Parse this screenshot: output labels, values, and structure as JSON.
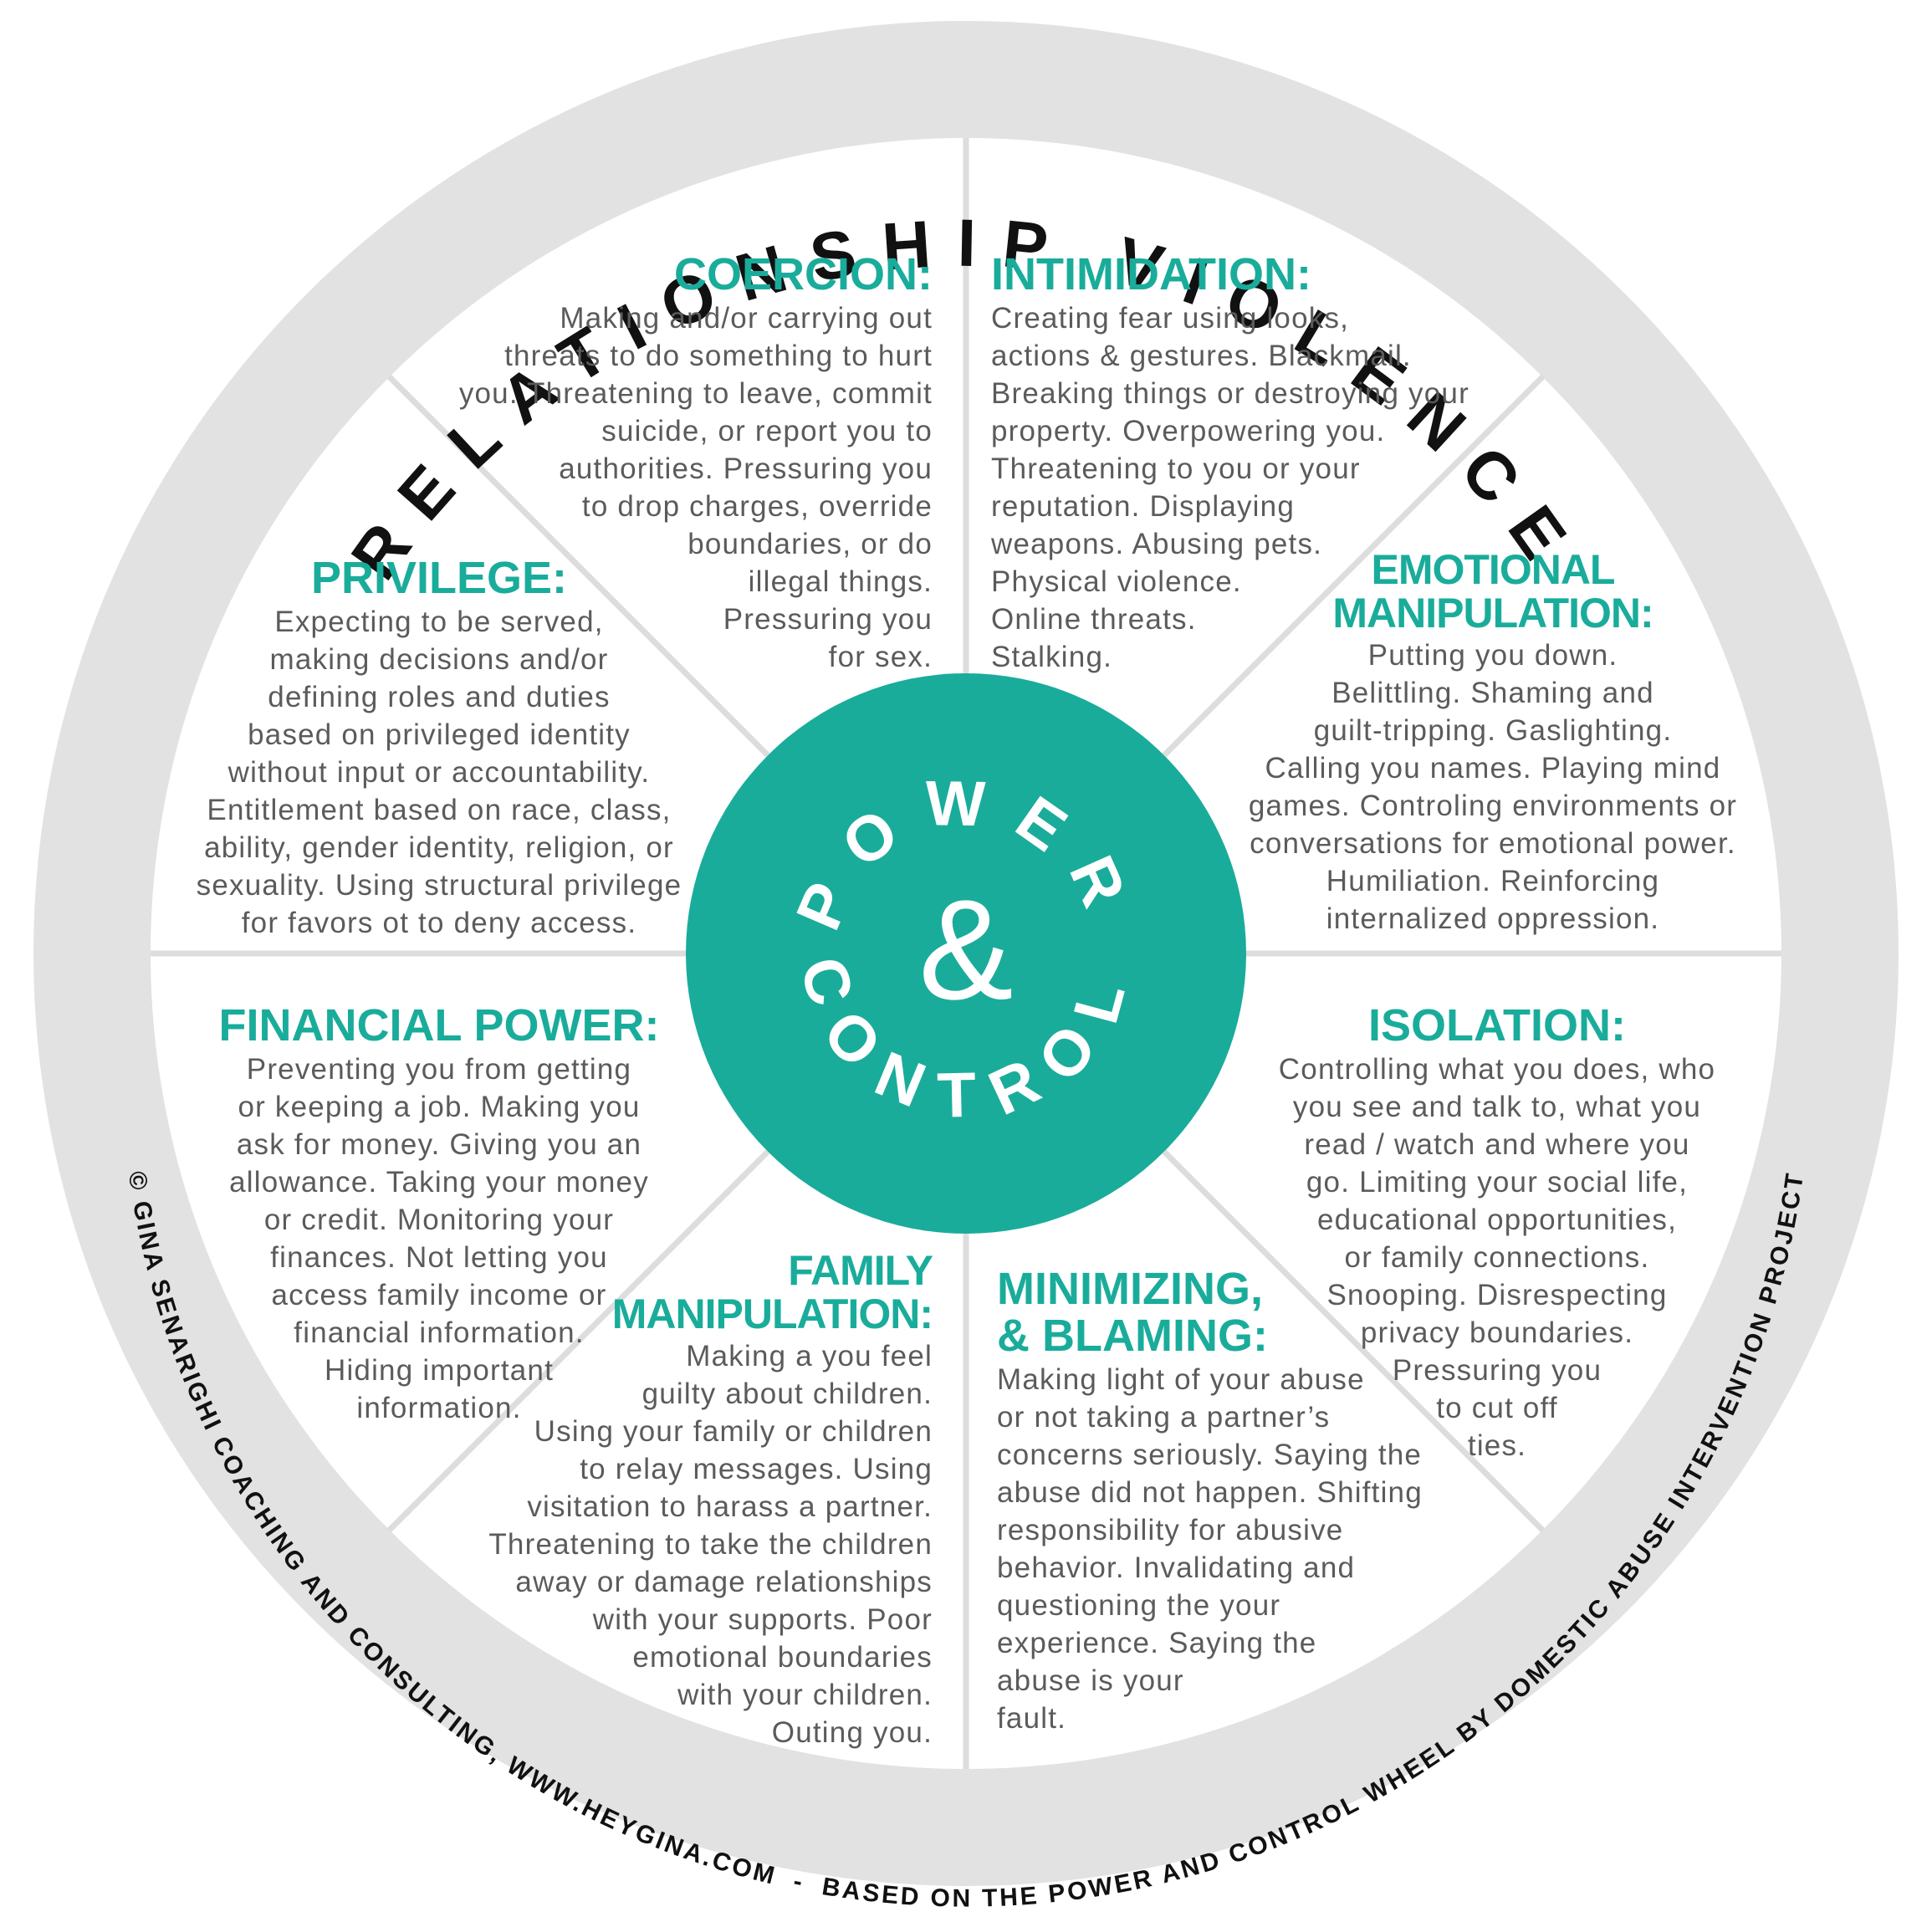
{
  "ring_title": "RELATIONSHIP VIOLENCE",
  "center": {
    "line1": "POWER",
    "ampersand": "&",
    "line2": "CONTROL"
  },
  "footer": {
    "copyright": "© GINA SENARIGHI COACHING AND CONSULTING, WWW.HEYGINA.COM",
    "separator": "-",
    "attribution": "BASED ON THE POWER AND CONTROL WHEEL BY DOMESTIC ABUSE INTERVENTION PROJECT"
  },
  "colors": {
    "accent": "#1aac9b",
    "ring": "#e2e2e2",
    "text": "#5b5b5b",
    "title": "#111111"
  },
  "sections": [
    {
      "id": "coercion",
      "title": [
        "COERCION:"
      ],
      "lines": [
        "Making and/or carrying out",
        "threats to do something to hurt",
        "you. Threatening to leave, commit",
        "suicide, or report you to",
        "authorities. Pressuring you",
        "to drop charges, override",
        "boundaries, or do",
        "illegal things.",
        "Pressuring you",
        "for sex."
      ]
    },
    {
      "id": "intimidation",
      "title": [
        "INTIMIDATION:"
      ],
      "lines": [
        "Creating fear using looks,",
        "actions & gestures. Blackmail.",
        "Breaking things or destroying your",
        "property. Overpowering you.",
        "Threatening to you or your",
        "reputation. Displaying",
        "weapons. Abusing pets.",
        "Physical violence.",
        "Online threats.",
        "Stalking."
      ]
    },
    {
      "id": "privilege",
      "title": [
        "PRIVILEGE:"
      ],
      "lines": [
        "Expecting to be served,",
        "making decisions and/or",
        "defining roles and duties",
        "based on privileged identity",
        "without input or accountability.",
        "Entitlement based on race, class,",
        "ability, gender identity, religion, or",
        "sexuality. Using structural privilege",
        "for favors ot to deny access."
      ]
    },
    {
      "id": "emotional",
      "title": [
        "EMOTIONAL",
        "MANIPULATION:"
      ],
      "lines": [
        "Putting you down.",
        "Belittling. Shaming and",
        "guilt-tripping. Gaslighting.",
        "Calling you names.  Playing mind",
        "games. Controling environments or",
        "conversations for emotional power.",
        "Humiliation. Reinforcing",
        "internalized oppression."
      ]
    },
    {
      "id": "financial",
      "title": [
        "FINANCIAL POWER:"
      ],
      "lines": [
        "Preventing you from getting",
        "or keeping a job. Making you",
        "ask for money. Giving you an",
        "allowance. Taking your money",
        "or credit. Monitoring your",
        "finances. Not letting you",
        "access family income or",
        "financial information.",
        "Hiding important",
        "information."
      ]
    },
    {
      "id": "isolation",
      "title": [
        "ISOLATION:"
      ],
      "lines": [
        "Controlling what you does, who",
        "you see and talk to, what you",
        "read / watch and where you",
        "go. Limiting your social life,",
        "educational opportunities,",
        "or family connections.",
        "Snooping. Disrespecting",
        "privacy boundaries.",
        "Pressuring you",
        "to cut off",
        "ties."
      ]
    },
    {
      "id": "family",
      "title": [
        "FAMILY",
        "MANIPULATION:"
      ],
      "lines": [
        "Making a you feel",
        "guilty about children.",
        "Using your family or children",
        "to relay messages. Using",
        "visitation to harass a partner.",
        "Threatening to take the children",
        "away or damage relationships",
        "with your supports. Poor",
        "emotional boundaries",
        "with your children.",
        "Outing you."
      ]
    },
    {
      "id": "minimizing",
      "title": [
        "MINIMIZING,",
        "& BLAMING:"
      ],
      "lines": [
        "Making light of your abuse",
        "or not taking a partner’s",
        "concerns seriously. Saying the",
        "abuse did not happen.  Shifting",
        "responsibility for abusive",
        "behavior. Invalidating and",
        "questioning the your",
        "experience. Saying the",
        "abuse is your",
        "fault."
      ]
    }
  ]
}
